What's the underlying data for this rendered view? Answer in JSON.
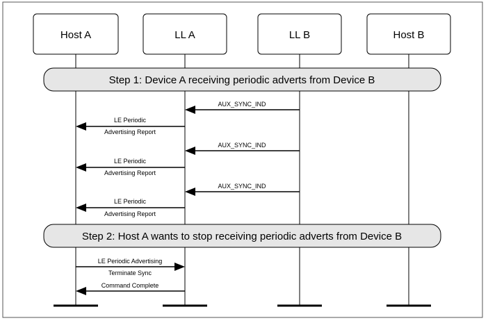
{
  "entities": [
    {
      "label": "Host A"
    },
    {
      "label": "LL A"
    },
    {
      "label": "LL B"
    },
    {
      "label": "Host B"
    }
  ],
  "steps": [
    {
      "label": "Step 1: Device A receiving periodic adverts from Device B"
    },
    {
      "label": "Step 2: Host A wants to stop receiving periodic adverts from Device B"
    }
  ],
  "messages": [
    {
      "from": 2,
      "to": 1,
      "lines": [
        "AUX_SYNC_IND"
      ]
    },
    {
      "from": 1,
      "to": 0,
      "lines": [
        "LE Periodic",
        "Advertising Report"
      ]
    },
    {
      "from": 2,
      "to": 1,
      "lines": [
        "AUX_SYNC_IND"
      ]
    },
    {
      "from": 1,
      "to": 0,
      "lines": [
        "LE Periodic",
        "Advertising Report"
      ]
    },
    {
      "from": 2,
      "to": 1,
      "lines": [
        "AUX_SYNC_IND"
      ]
    },
    {
      "from": 1,
      "to": 0,
      "lines": [
        "LE Periodic",
        "Advertising Report"
      ]
    },
    {
      "from": 0,
      "to": 1,
      "lines": [
        "LE Periodic Advertising",
        "Terminate Sync"
      ]
    },
    {
      "from": 1,
      "to": 0,
      "lines": [
        "Command Complete"
      ]
    }
  ],
  "colors": {
    "line": "#000000",
    "step_fill": "#e6e6e6",
    "box_fill": "#ffffff",
    "frame": "#555555"
  }
}
